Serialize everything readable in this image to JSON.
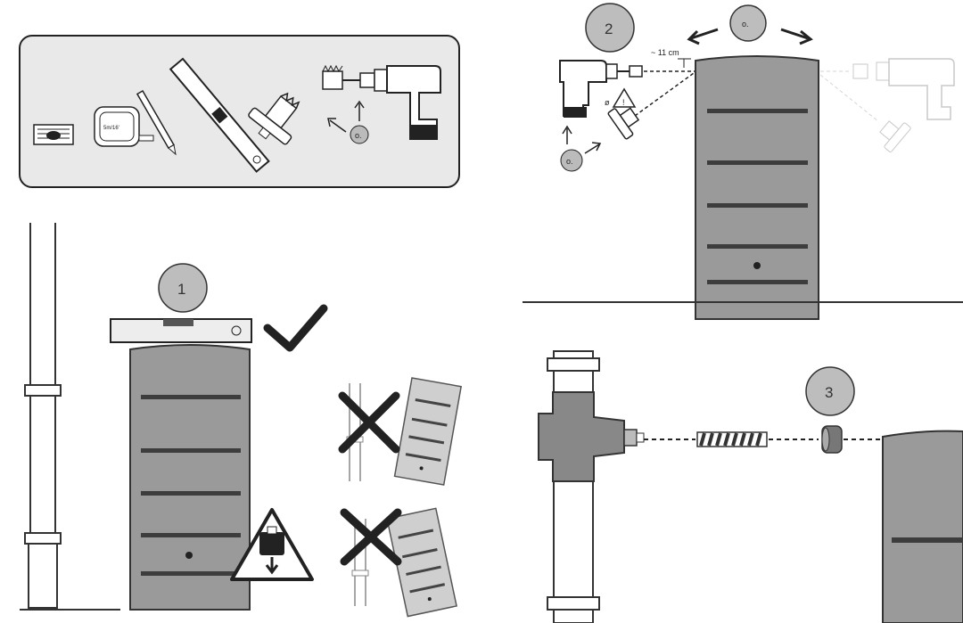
{
  "steps": {
    "one": "1",
    "two": "2",
    "three": "3"
  },
  "labels": {
    "distance": "~ 11 cm",
    "tape_label": "5m/16'",
    "pivot_symbol": "o.",
    "diameter_symbol": "ø",
    "warning_symbol": "!"
  },
  "icons": [
    "level-tool-icon",
    "measuring-tape-icon",
    "pencil-icon",
    "thread-roll-icon",
    "hole-saw-icon",
    "drill-icon",
    "checkmark-icon",
    "cross-icon",
    "weight-warning-icon",
    "rotate-arrows-icon"
  ],
  "colors": {
    "tank": "#9a9a9a",
    "stripe": "#3d3d3d",
    "outline": "#222222",
    "panel_bg": "#e9e9e9",
    "pipe": "#bfbfbf"
  }
}
